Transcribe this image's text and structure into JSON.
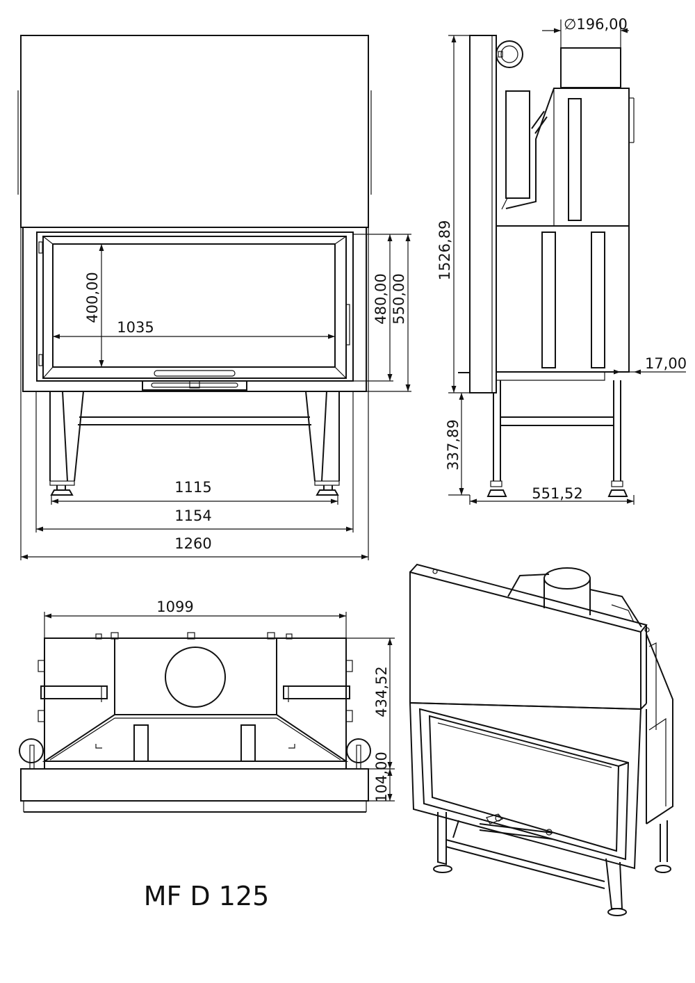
{
  "model_title": "MF D 125",
  "front_view": {
    "glass_width": "1035",
    "glass_height": "400,00",
    "door_height": "480,00",
    "opening_height": "550,00",
    "legs_width": "1115",
    "frame_width": "1154",
    "overall_width": "1260"
  },
  "side_view": {
    "flue_diameter": "∅196,00",
    "overall_height": "1526,89",
    "frame_depth": "17,00",
    "leg_height": "337,89",
    "depth": "551,52"
  },
  "top_view": {
    "width": "1099",
    "depth": "434,52",
    "frame_depth": "104,00"
  }
}
